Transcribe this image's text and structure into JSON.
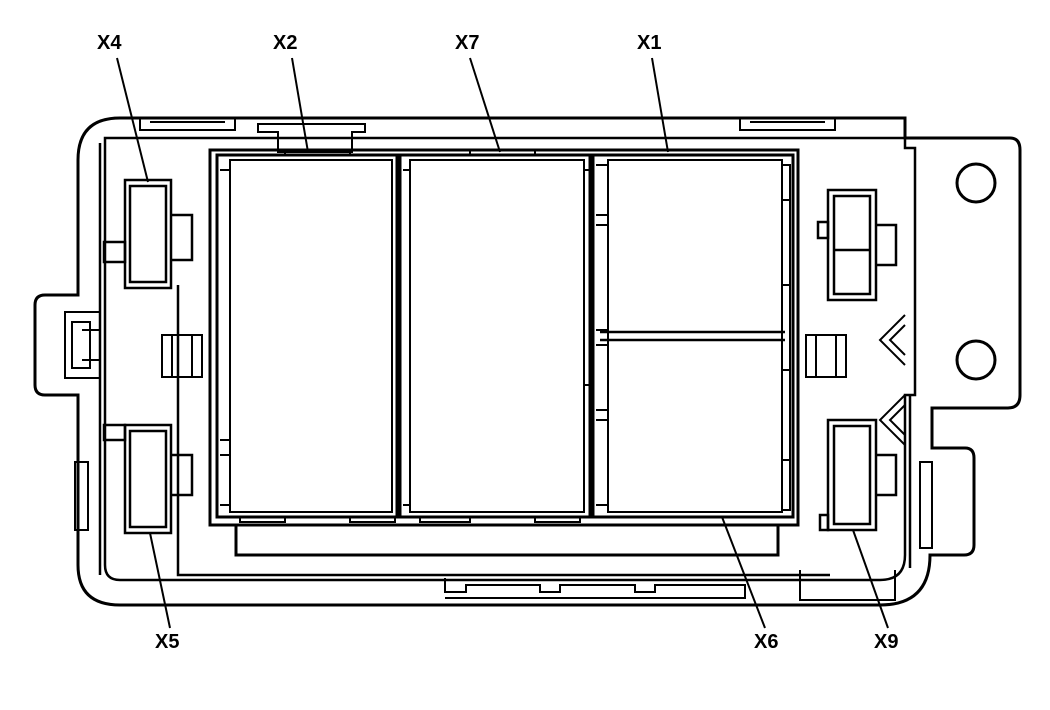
{
  "diagram": {
    "labels": {
      "x4": "X4",
      "x2": "X2",
      "x7": "X7",
      "x1": "X1",
      "x5": "X5",
      "x6": "X6",
      "x9": "X9"
    },
    "colors": {
      "line": "#000000",
      "background": "#ffffff"
    }
  }
}
